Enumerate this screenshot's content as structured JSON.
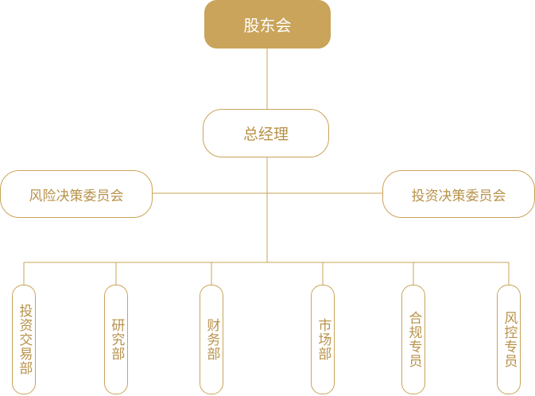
{
  "top": {
    "label": "股东会"
  },
  "manager": {
    "label": "总经理"
  },
  "committees": {
    "left": "风险决策委员会",
    "right": "投资决策委员会"
  },
  "departments": [
    "投资交易部",
    "研究部",
    "财务部",
    "市场部",
    "合规专员",
    "风控专员"
  ],
  "colors": {
    "accent": "#c9a45a",
    "text": "#b8924a"
  }
}
